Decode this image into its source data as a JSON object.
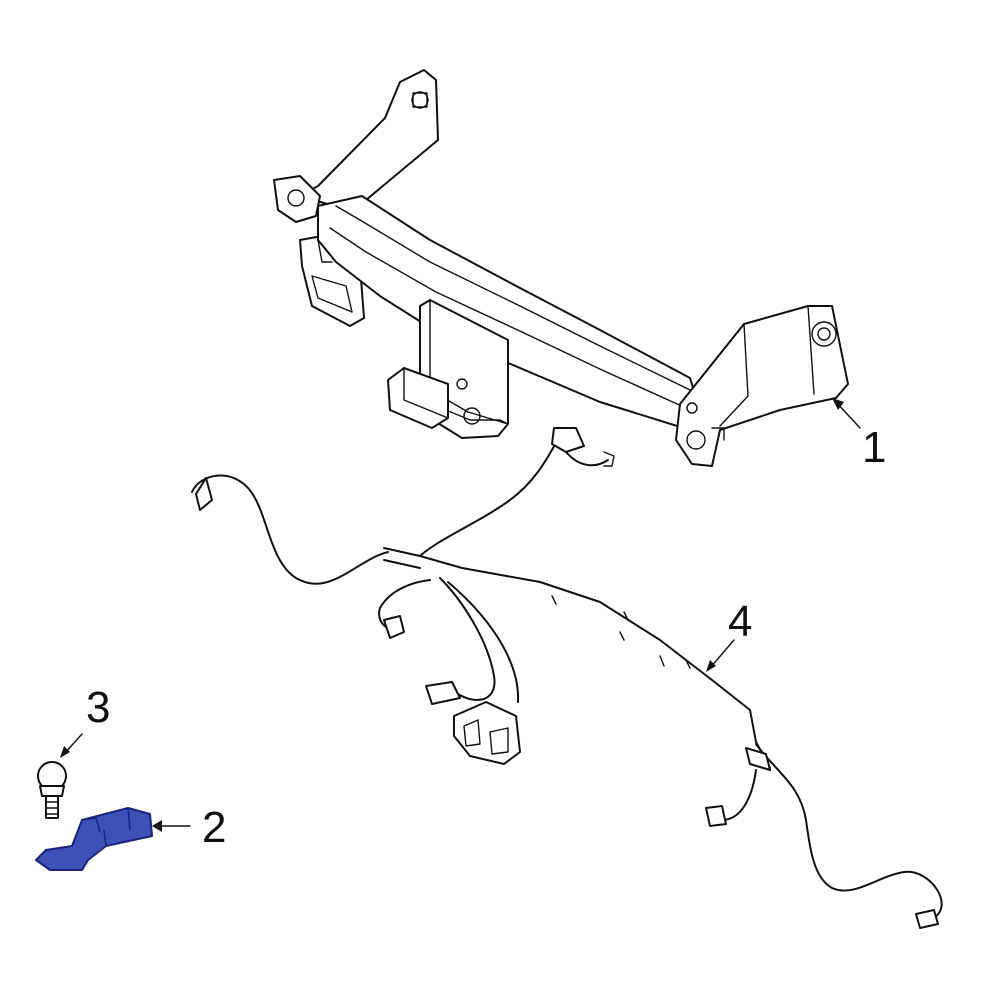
{
  "callouts": [
    {
      "id": "1",
      "label": "1"
    },
    {
      "id": "2",
      "label": "2"
    },
    {
      "id": "3",
      "label": "3"
    },
    {
      "id": "4",
      "label": "4"
    }
  ],
  "colors": {
    "highlight": "#3F51B5",
    "highlight_stroke": "#1A237E",
    "line": "#111111",
    "background": "#FFFFFF"
  }
}
